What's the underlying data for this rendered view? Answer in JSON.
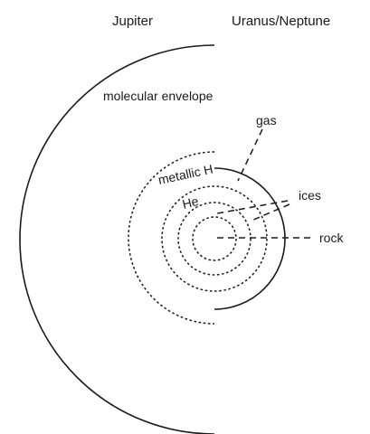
{
  "headers": {
    "left": "Jupiter",
    "right": "Uranus/Neptune"
  },
  "labels": {
    "molecular_envelope": "molecular envelope",
    "gas": "gas",
    "metallic_h": "metallic H",
    "he": "He",
    "ices": "ices",
    "rock": "rock"
  }
}
